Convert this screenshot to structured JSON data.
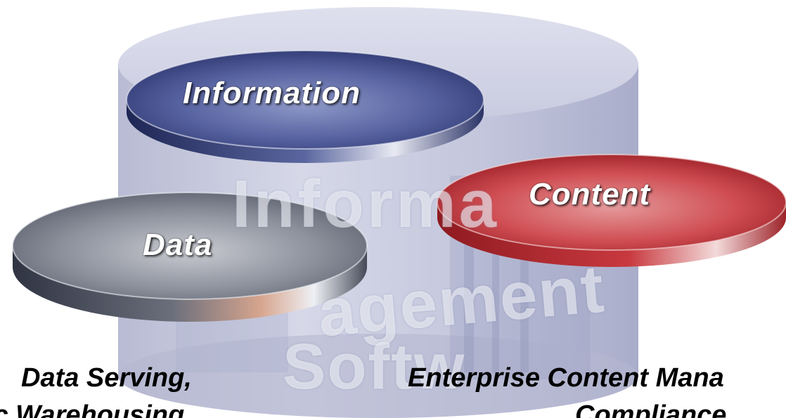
{
  "diagram": {
    "watermark": {
      "line1": "Informa",
      "line2": "agement",
      "line3": "Softw"
    },
    "disks": {
      "information": "Information",
      "content": "Content",
      "data": "Data"
    },
    "captions": {
      "left_line1": "Data Serving,",
      "left_line2": "ic Warehousing",
      "right_line1": "Enterprise Content Mana",
      "right_line2": "Compliance"
    },
    "colors": {
      "cylinder": "#c5c7dd",
      "information_disk": "#3e4a8f",
      "content_disk": "#c63a3f",
      "data_disk": "#8a8e99",
      "caption_text": "#000000",
      "label_text": "#ffffff"
    }
  }
}
